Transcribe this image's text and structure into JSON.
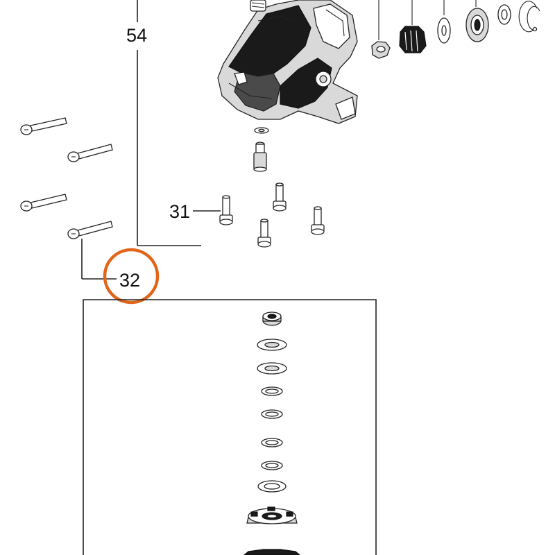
{
  "callouts": {
    "part_54": "54",
    "part_31": "31",
    "part_32": "32"
  },
  "highlight": {
    "target_callout": "32",
    "ring_color": "#E0661B"
  },
  "colors": {
    "line": "#222222",
    "background": "#ffffff",
    "part_fill": "#ffffff",
    "part_shade": "#d9d9d9",
    "housing_dark": "#1a1a1a"
  }
}
